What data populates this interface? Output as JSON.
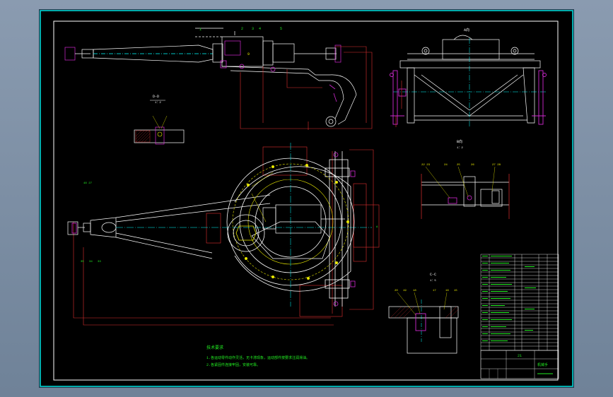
{
  "drawing": {
    "view_labels": {
      "view_a": "A向",
      "view_b": "B向",
      "section_dd": "D-D",
      "section_cc": "C-C",
      "scale_1_2": "1：2",
      "scale_1_5": "1：5"
    },
    "tech_requirements": {
      "title": "技术要求",
      "lines": [
        "1.各运动零件动作灵活，无卡滞现象，运动部件按要求注润滑油。",
        "2.各紧固件连接牢固，安装可靠。"
      ]
    },
    "title_block": {
      "drawing_name": "机械手",
      "sheet_no": "21"
    },
    "colors": {
      "background": "#000000",
      "border": "#00e5e5",
      "outline": "#ffffff",
      "dimension": "#e03030",
      "hatch": "#d02ad0",
      "centerline": "#00ffff",
      "annotation": "#e8e800",
      "label": "#22ee22"
    }
  }
}
